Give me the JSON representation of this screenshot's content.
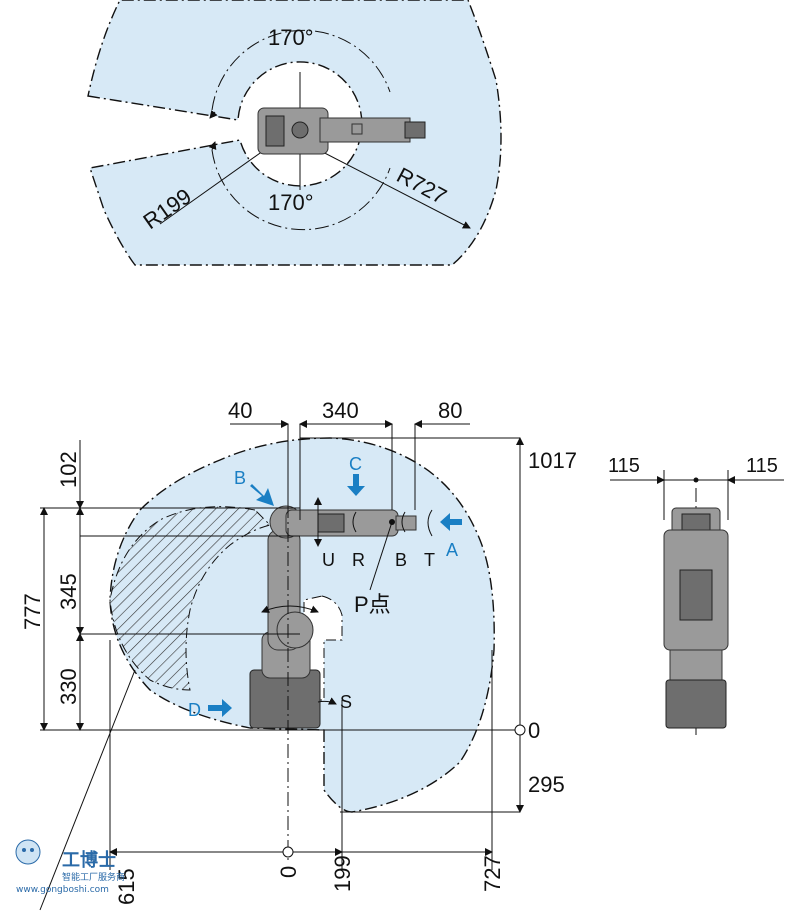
{
  "top_view": {
    "angle_upper": "170°",
    "angle_lower": "170°",
    "radius_inner": "R199",
    "radius_outer": "R727"
  },
  "side_view": {
    "dims_top": [
      "40",
      "340",
      "80"
    ],
    "dims_left_inner": [
      "102",
      "345",
      "330"
    ],
    "dim_left_outer": "777",
    "dims_right": [
      "1017",
      "0",
      "295"
    ],
    "dims_bottom": [
      "615",
      "0",
      "199",
      "727"
    ],
    "axes": [
      "U",
      "R",
      "B",
      "T",
      "S"
    ],
    "views": [
      "A",
      "B",
      "C",
      "D"
    ],
    "p_point": "P点"
  },
  "rear_view": {
    "dims": [
      "115",
      "115"
    ]
  },
  "watermark": {
    "brand": "工博士",
    "tagline": "智能工厂服务商",
    "url": "www.gongboshi.com"
  },
  "colors": {
    "envelope": "#d7e9f6",
    "arrow": "#1a7fc4"
  }
}
